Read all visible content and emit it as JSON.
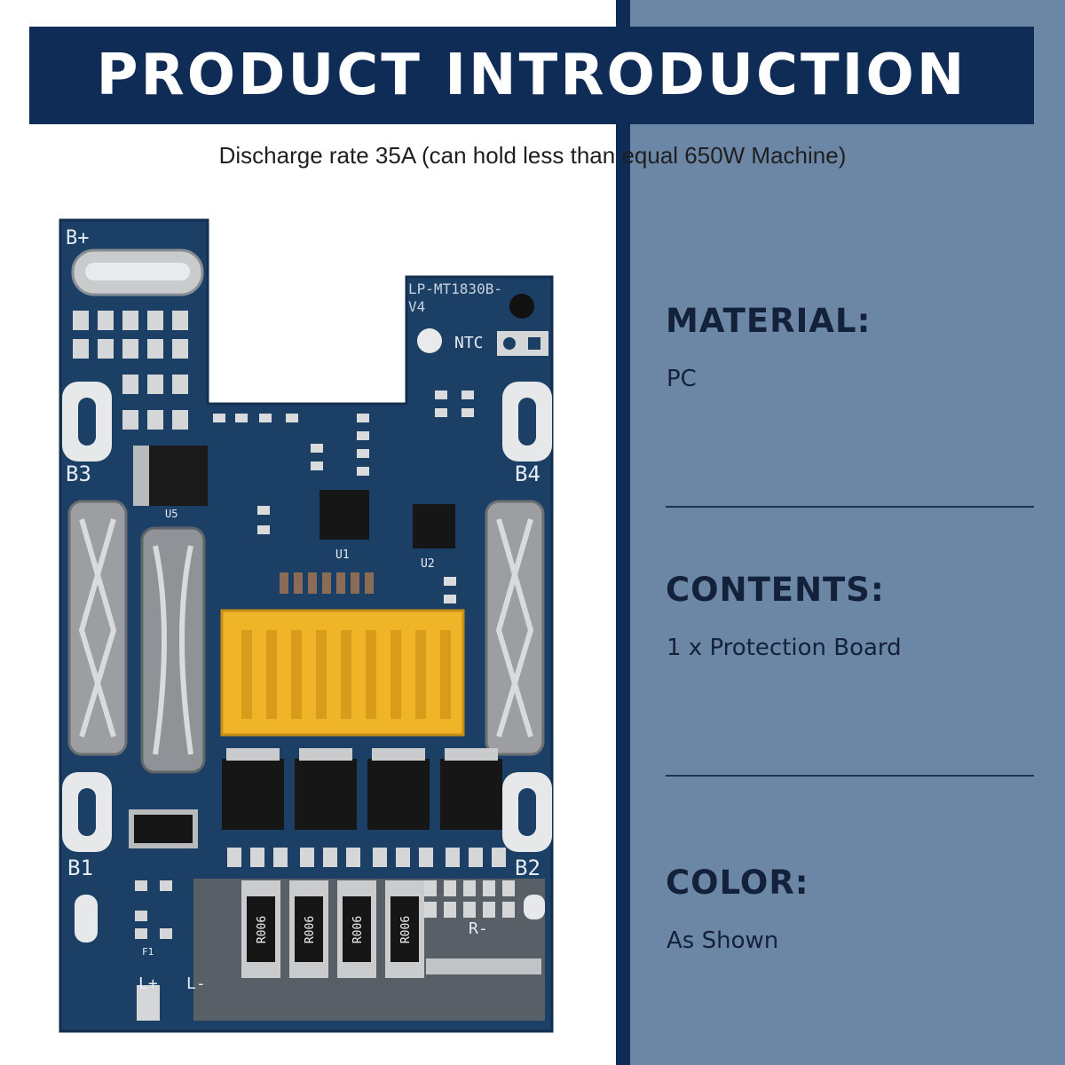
{
  "banner": {
    "title": "PRODUCT INTRODUCTION"
  },
  "subtitle": "Discharge rate 35A (can hold less than equal 650W Machine)",
  "specs": {
    "material": {
      "heading": "MATERIAL:",
      "value": "PC"
    },
    "contents": {
      "heading": "CONTENTS:",
      "value": "1 x Protection Board"
    },
    "color": {
      "heading": "COLOR:",
      "value": "As Shown"
    }
  },
  "board": {
    "model": "LP-MT1830B-",
    "version": "V4",
    "labels": {
      "b_plus": "B+",
      "b3": "B3",
      "b4": "B4",
      "b1": "B1",
      "b2": "B2",
      "ntc": "NTC",
      "r_minus": "R-",
      "l_plus": "L+",
      "l_minus": "L-",
      "u1": "U1",
      "u2": "U2",
      "u5": "U5",
      "f1": "F1"
    },
    "shunt_resistors": [
      "R006",
      "R006",
      "R006",
      "R006"
    ]
  },
  "colors": {
    "navy": "#0f2c57",
    "slate_blue": "#6c87a6",
    "pcb_blue": "#1c3f66",
    "connector_yellow": "#f0b429"
  }
}
